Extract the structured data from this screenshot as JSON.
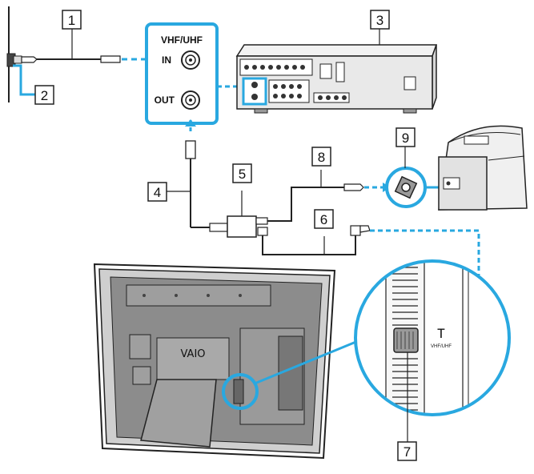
{
  "panel": {
    "header": "VHF/UHF",
    "in_label": "IN",
    "out_label": "OUT"
  },
  "callouts": [
    "1",
    "2",
    "3",
    "4",
    "5",
    "6",
    "7",
    "8",
    "9"
  ],
  "pc_back": {
    "logo": "VAIO",
    "port_symbol": "T",
    "port_caption": "VHF/UHF"
  },
  "colors": {
    "accent": "#29a8e0",
    "line": "#1a1a1a",
    "device_fill": "#e6e6e6"
  }
}
